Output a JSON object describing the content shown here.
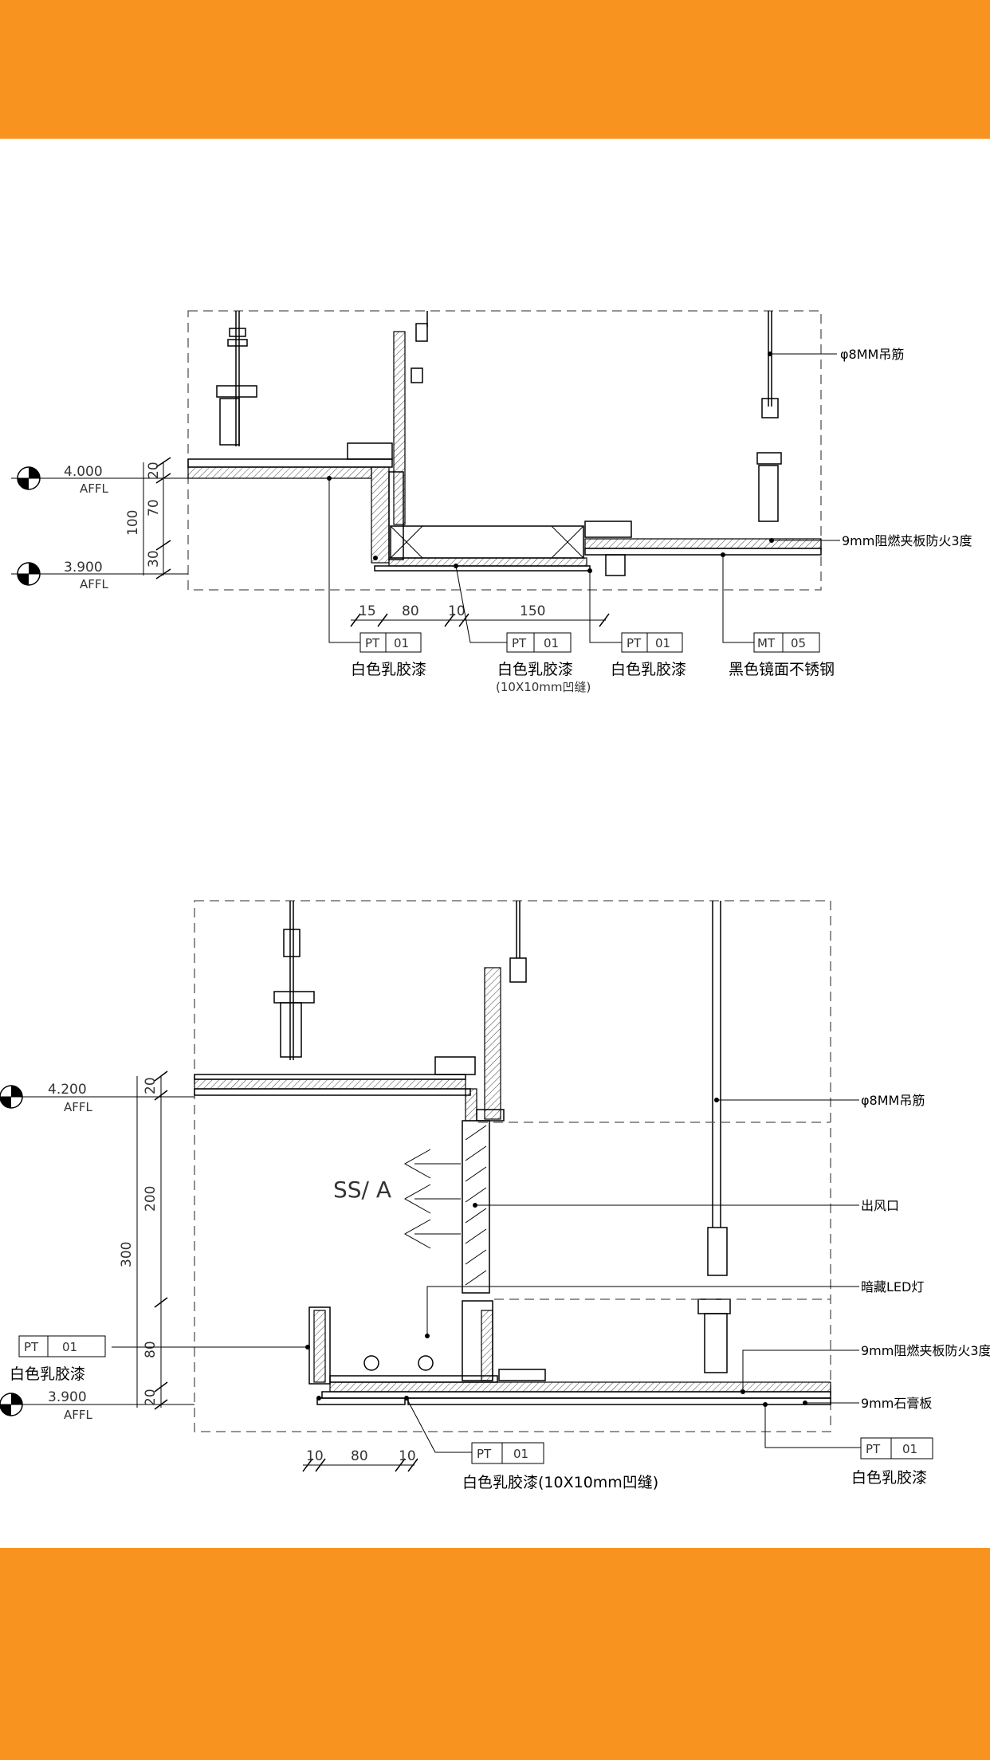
{
  "colors": {
    "band": "#f7931e",
    "line": "#000000"
  },
  "detail1": {
    "level_top": "4.000",
    "level_bottom": "3.900",
    "affl": "AFFL",
    "dims_vertical": [
      "20",
      "70",
      "30",
      "100"
    ],
    "dims_horizontal": [
      "15",
      "80",
      "10",
      "150"
    ],
    "callout_rod": "φ8MM吊筋",
    "callout_board": "9mm阻燃夹板防火3度",
    "tags": [
      {
        "code": "PT",
        "num": "01",
        "label": "白色乳胶漆",
        "sub": ""
      },
      {
        "code": "PT",
        "num": "01",
        "label": "白色乳胶漆",
        "sub": "(10X10mm凹缝)"
      },
      {
        "code": "PT",
        "num": "01",
        "label": "白色乳胶漆",
        "sub": ""
      },
      {
        "code": "MT",
        "num": "05",
        "label": "黑色镜面不锈钢",
        "sub": ""
      }
    ]
  },
  "detail2": {
    "level_top": "4.200",
    "level_bottom": "3.900",
    "affl": "AFFL",
    "dims_vertical": [
      "20",
      "200",
      "300",
      "80",
      "20"
    ],
    "dims_horizontal": [
      "10",
      "80",
      "10"
    ],
    "supply_text": "SS/ A",
    "callout_rod": "φ8MM吊筋",
    "callout_vent": "出风口",
    "callout_led": "暗藏LED灯",
    "callout_board": "9mm阻燃夹板防火3度",
    "callout_gypsum": "9mm石膏板",
    "tag_left": {
      "code": "PT",
      "num": "01",
      "label": "白色乳胶漆"
    },
    "tag_mid": {
      "code": "PT",
      "num": "01",
      "label": "白色乳胶漆(10X10mm凹缝)"
    },
    "tag_right": {
      "code": "PT",
      "num": "01",
      "label": "白色乳胶漆"
    }
  }
}
